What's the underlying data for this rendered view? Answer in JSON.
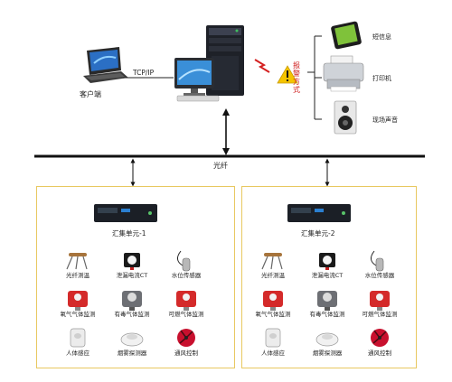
{
  "top": {
    "client_label": "客户端",
    "protocol_label": "TCP/IP",
    "alarm_label": "报警方式",
    "outputs": [
      {
        "label": "短信息",
        "icon": "phone-icon"
      },
      {
        "label": "打印机",
        "icon": "printer-icon"
      },
      {
        "label": "现场声音",
        "icon": "speaker-icon"
      }
    ]
  },
  "backbone": {
    "label": "光纤"
  },
  "units": [
    {
      "title": "汇集单元-1",
      "sensors": [
        {
          "label": "光纤测温",
          "icon": "temperature-probe-icon"
        },
        {
          "label": "泄漏电流CT",
          "icon": "leakage-ct-icon"
        },
        {
          "label": "水位传感器",
          "icon": "water-level-sensor-icon"
        },
        {
          "label": "氧气气体监测",
          "icon": "oxygen-detector-icon"
        },
        {
          "label": "有毒气体监测",
          "icon": "toxic-gas-detector-icon"
        },
        {
          "label": "可燃气体监测",
          "icon": "combustible-gas-detector-icon"
        },
        {
          "label": "人体感应",
          "icon": "motion-sensor-icon"
        },
        {
          "label": "烟雾探测器",
          "icon": "smoke-detector-icon"
        },
        {
          "label": "通风控制",
          "icon": "ventilation-fan-icon"
        }
      ]
    },
    {
      "title": "汇集单元-2",
      "sensors": [
        {
          "label": "光纤测温",
          "icon": "temperature-probe-icon"
        },
        {
          "label": "泄漏电流CT",
          "icon": "leakage-ct-icon"
        },
        {
          "label": "水位传感器",
          "icon": "water-level-sensor-icon"
        },
        {
          "label": "氧气气体监测",
          "icon": "oxygen-detector-icon"
        },
        {
          "label": "有毒气体监测",
          "icon": "toxic-gas-detector-icon"
        },
        {
          "label": "可燃气体监测",
          "icon": "combustible-gas-detector-icon"
        },
        {
          "label": "人体感应",
          "icon": "motion-sensor-icon"
        },
        {
          "label": "烟雾探测器",
          "icon": "smoke-detector-icon"
        },
        {
          "label": "通风控制",
          "icon": "ventilation-fan-icon"
        }
      ]
    }
  ],
  "colors": {
    "box_border": "#e8c860",
    "alarm_text": "#d02020",
    "warning": "#f5c400",
    "device_dark": "#1b1f26"
  }
}
